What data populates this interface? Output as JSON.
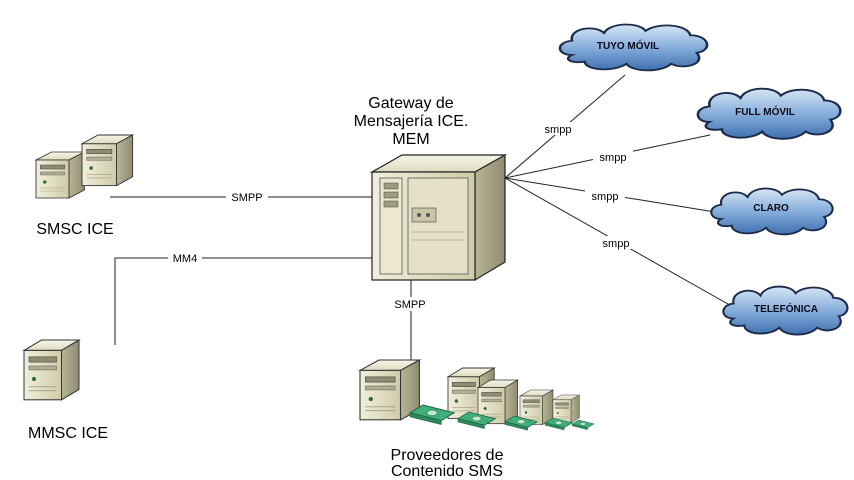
{
  "nodes": {
    "gateway": {
      "label_lines": [
        "Gateway de",
        "Mensajería ICE.",
        "MEM"
      ]
    },
    "smsc": {
      "label": "SMSC ICE"
    },
    "mmsc": {
      "label": "MMSC ICE"
    },
    "providers": {
      "label_lines": [
        "Proveedores de",
        "Contenido SMS"
      ]
    }
  },
  "clouds": [
    {
      "label": "TUYO MÓVIL"
    },
    {
      "label": "FULL MÓVIL"
    },
    {
      "label": "CLARO"
    },
    {
      "label": "TELEFÓNICA"
    }
  ],
  "edges": {
    "smsc_gateway": "SMPP",
    "mmsc_gateway": "MM4",
    "gateway_providers": "SMPP",
    "gateway_tuyo": "smpp",
    "gateway_full": "smpp",
    "gateway_claro": "smpp",
    "gateway_telefonica": "smpp"
  },
  "colors": {
    "cloud_fill": "#5b8fc9",
    "cloud_light": "#cfe0f2",
    "server_body": "#d9d6b8",
    "server_side": "#a8a58a",
    "money": "#3fae7a"
  }
}
